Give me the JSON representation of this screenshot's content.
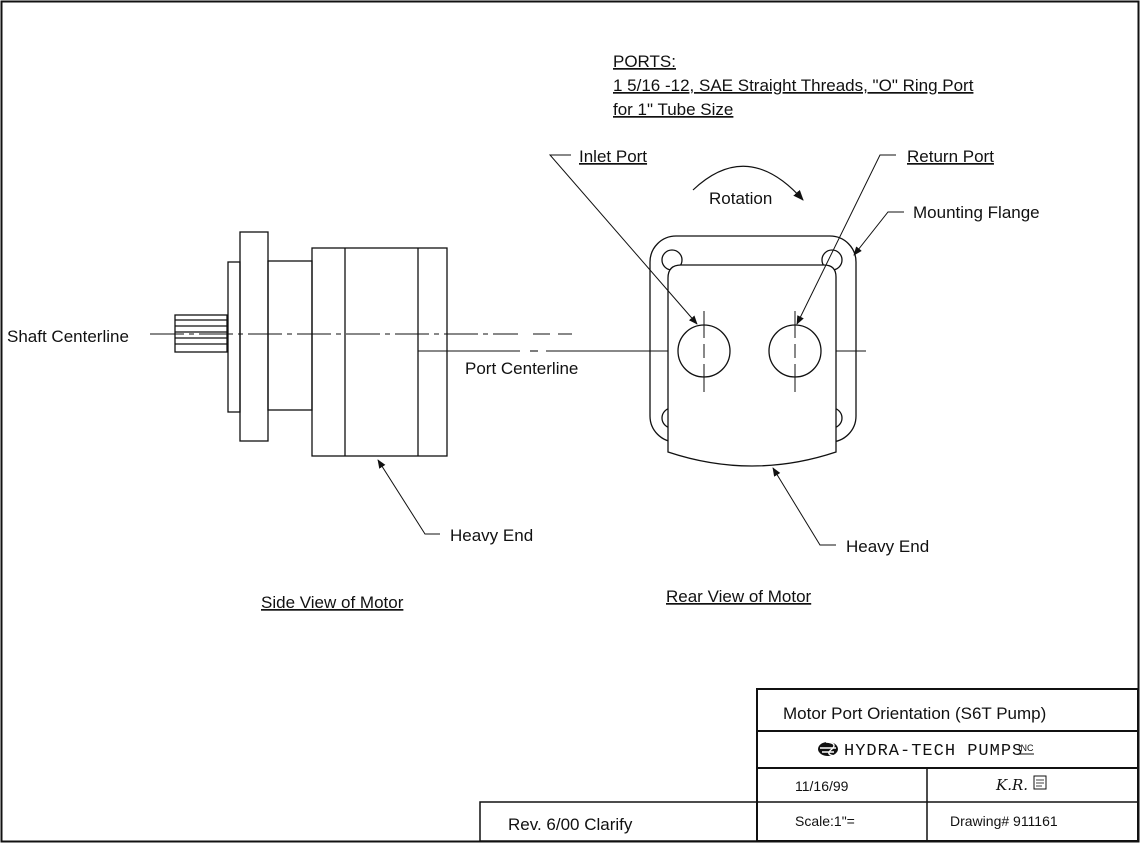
{
  "ports_note": {
    "heading": "PORTS:",
    "line1": "1  5/16 -12, SAE Straight Threads, \"O\" Ring Port",
    "line2": "for 1\"  Tube Size"
  },
  "labels": {
    "inlet_port": "Inlet Port",
    "return_port": "Return Port",
    "rotation": "Rotation",
    "mounting_flange": "Mounting Flange",
    "shaft_centerline": "Shaft Centerline",
    "port_centerline": "Port Centerline",
    "heavy_end_side": "Heavy End",
    "heavy_end_rear": "Heavy End",
    "side_view": "Side View of Motor",
    "rear_view": "Rear View of Motor"
  },
  "title_block": {
    "title": "Motor Port Orientation  (S6T Pump)",
    "company": "HYDRA-TECH PUMPS",
    "company_suffix": "INC",
    "date": "11/16/99",
    "initials": "K.R.",
    "scale": "Scale:1\"=",
    "drawing_number": "Drawing#  911161",
    "revision": "Rev.  6/00 Clarify"
  }
}
